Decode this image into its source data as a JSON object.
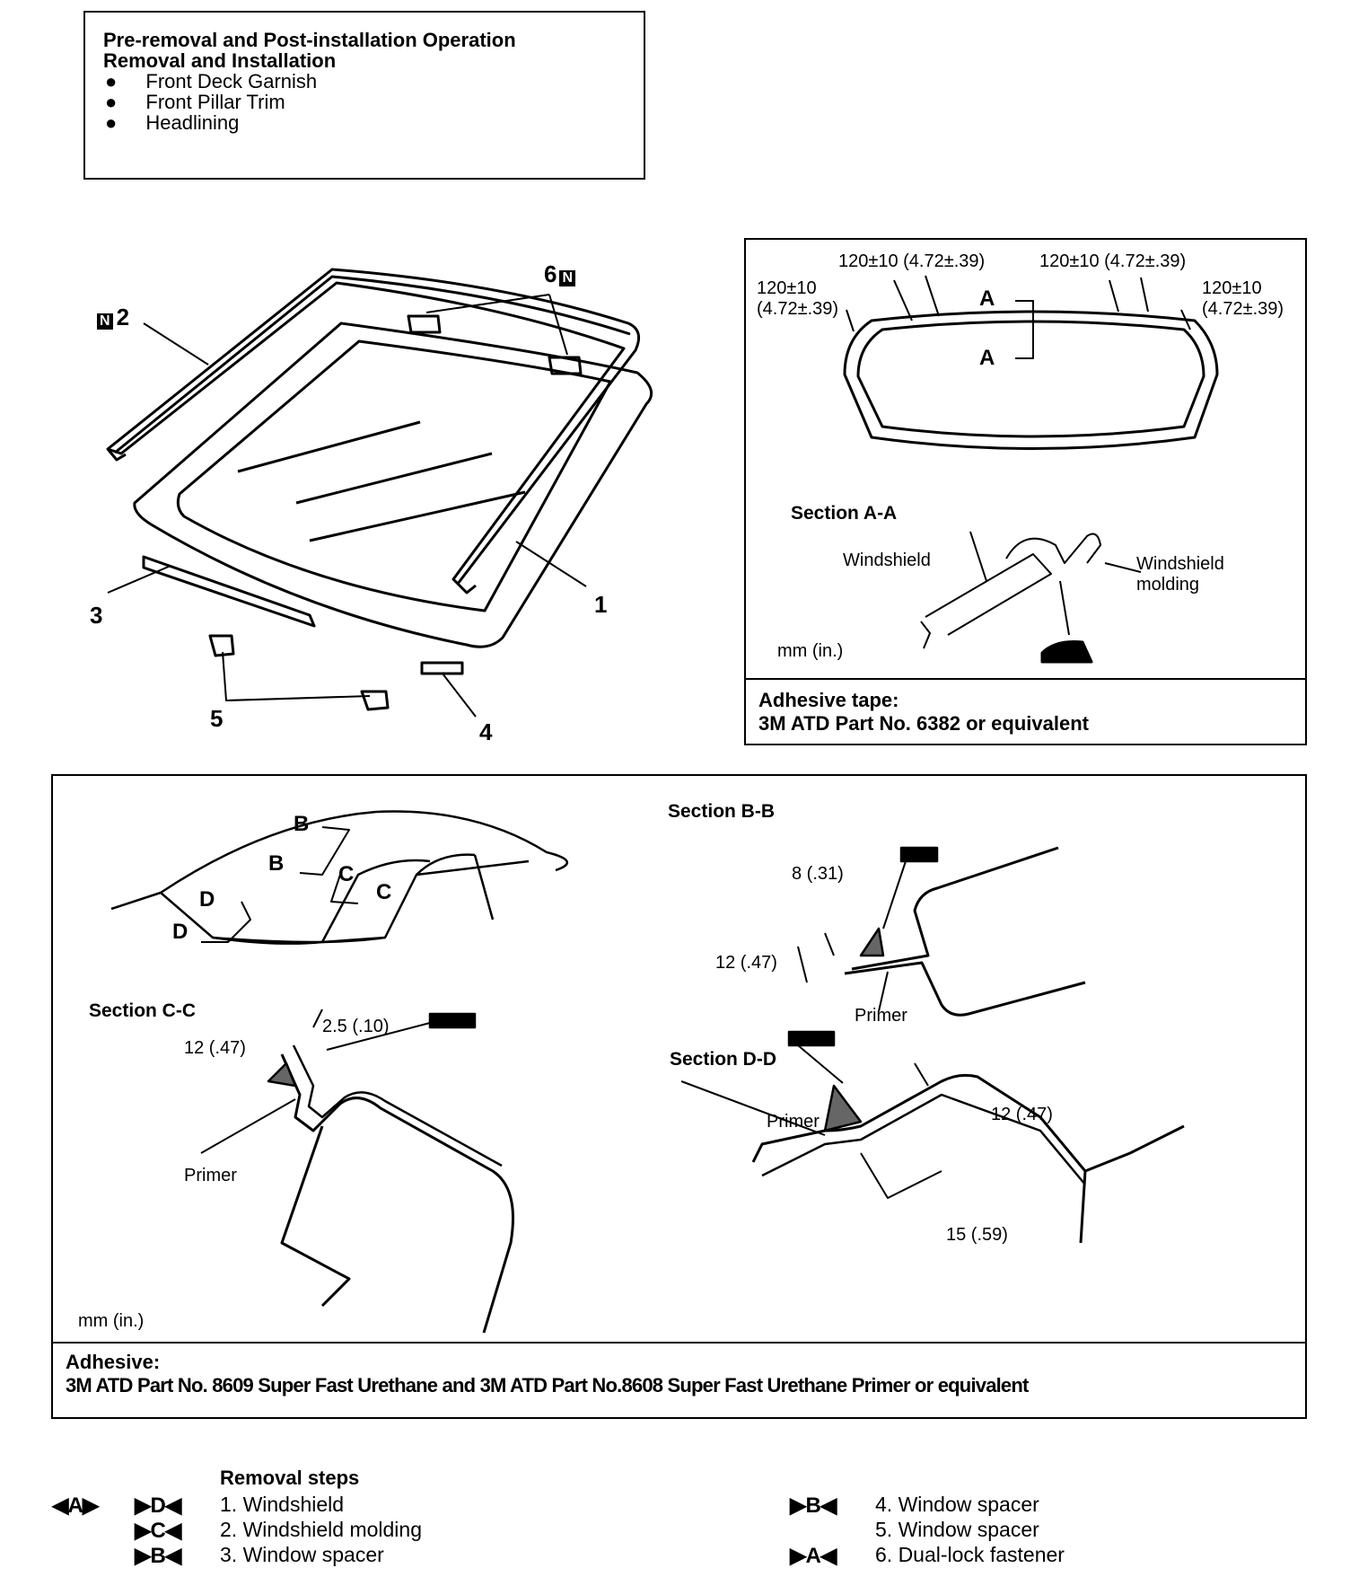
{
  "header_box": {
    "line1": "Pre-removal and Post-installation Operation",
    "line2": "Removal and Installation",
    "items": [
      "Front Deck Garnish",
      "Front Pillar Trim",
      "Headlining"
    ]
  },
  "exploded": {
    "callouts": [
      "1",
      "2",
      "3",
      "4",
      "5",
      "6"
    ],
    "n_mark": "N"
  },
  "tape_box": {
    "dim_top_left": "120±10 (4.72±.39)",
    "dim_top_right": "120±10 (4.72±.39)",
    "dim_left_a": "120±10",
    "dim_left_b": "(4.72±.39)",
    "dim_right_a": "120±10",
    "dim_right_b": "(4.72±.39)",
    "section_letter": "A",
    "section_title": "Section A-A",
    "label_windshield": "Windshield",
    "label_molding_a": "Windshield",
    "label_molding_b": "molding",
    "units": "mm (in.)",
    "footer_title": "Adhesive tape:",
    "footer_text": "3M ATD Part No. 6382 or equivalent"
  },
  "adhesive_box": {
    "letters": {
      "b": "B",
      "c": "C",
      "d": "D"
    },
    "section_bb": "Section B-B",
    "bb_dim1": "8 (.31)",
    "bb_dim2": "12 (.47)",
    "bb_primer": "Primer",
    "section_cc": "Section C-C",
    "cc_dim1": "12 (.47)",
    "cc_dim2": "2.5 (.10)",
    "cc_primer": "Primer",
    "section_dd": "Section D-D",
    "dd_primer": "Primer",
    "dd_dim1": "12 (.47)",
    "dd_dim2": "15 (.59)",
    "units": "mm (in.)",
    "footer_title": "Adhesive:",
    "footer_text": "3M ATD Part No. 8609 Super Fast Urethane and 3M ATD Part No.8608 Super Fast Urethane Primer or equivalent"
  },
  "removal": {
    "title": "Removal steps",
    "marks": {
      "a": "A",
      "b": "B",
      "c": "C",
      "d": "D"
    },
    "steps": [
      "1. Windshield",
      "2. Windshield molding",
      "3. Window spacer",
      "4. Window spacer",
      "5. Window spacer",
      "6. Dual-lock fastener"
    ]
  }
}
